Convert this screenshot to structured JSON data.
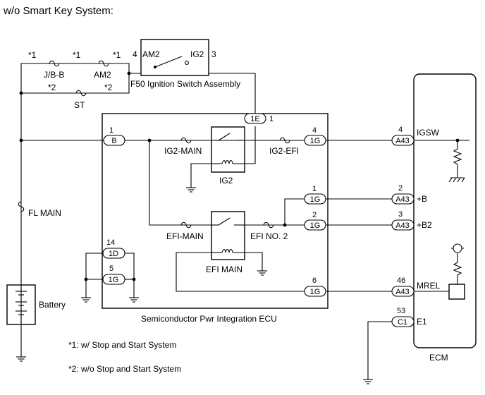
{
  "header": {
    "title": "w/o Smart Key System:"
  },
  "ignition_switch": {
    "name": "F50 Ignition Switch Assembly",
    "term_am2": "AM2",
    "term_ig2": "IG2",
    "pin_am2": "4",
    "pin_ig2": "3"
  },
  "fuses": {
    "jbb": "J/B-B",
    "am2": "AM2",
    "st": "ST",
    "fl_main": "FL MAIN",
    "ig2_main": "IG2-MAIN",
    "ig2_efi": "IG2-EFI",
    "efi_main": "EFI-MAIN",
    "efi_no2": "EFI NO. 2"
  },
  "marks": {
    "m1": "*1",
    "m2": "*2"
  },
  "relays": {
    "ig2": "IG2",
    "efi_main": "EFI MAIN"
  },
  "battery": {
    "label": "Battery"
  },
  "ecu": {
    "name": "Semiconductor Pwr Integration ECU",
    "connectors": [
      {
        "pin": "1",
        "conn": "B"
      },
      {
        "pin": "1",
        "conn": "1E"
      },
      {
        "pin": "4",
        "conn": "1G"
      },
      {
        "pin": "1",
        "conn": "1G"
      },
      {
        "pin": "2",
        "conn": "1G"
      },
      {
        "pin": "14",
        "conn": "1D"
      },
      {
        "pin": "5",
        "conn": "1G"
      },
      {
        "pin": "6",
        "conn": "1G"
      }
    ]
  },
  "ecm": {
    "name": "ECM",
    "connectors": [
      {
        "pin": "4",
        "conn": "A43",
        "signal": "IGSW"
      },
      {
        "pin": "2",
        "conn": "A43",
        "signal": "+B"
      },
      {
        "pin": "3",
        "conn": "A43",
        "signal": "+B2"
      },
      {
        "pin": "46",
        "conn": "A43",
        "signal": "MREL"
      },
      {
        "pin": "53",
        "conn": "C1",
        "signal": "E1"
      }
    ]
  },
  "notes": [
    "*1: w/ Stop and Start System",
    "*2: w/o Stop and Start System"
  ]
}
